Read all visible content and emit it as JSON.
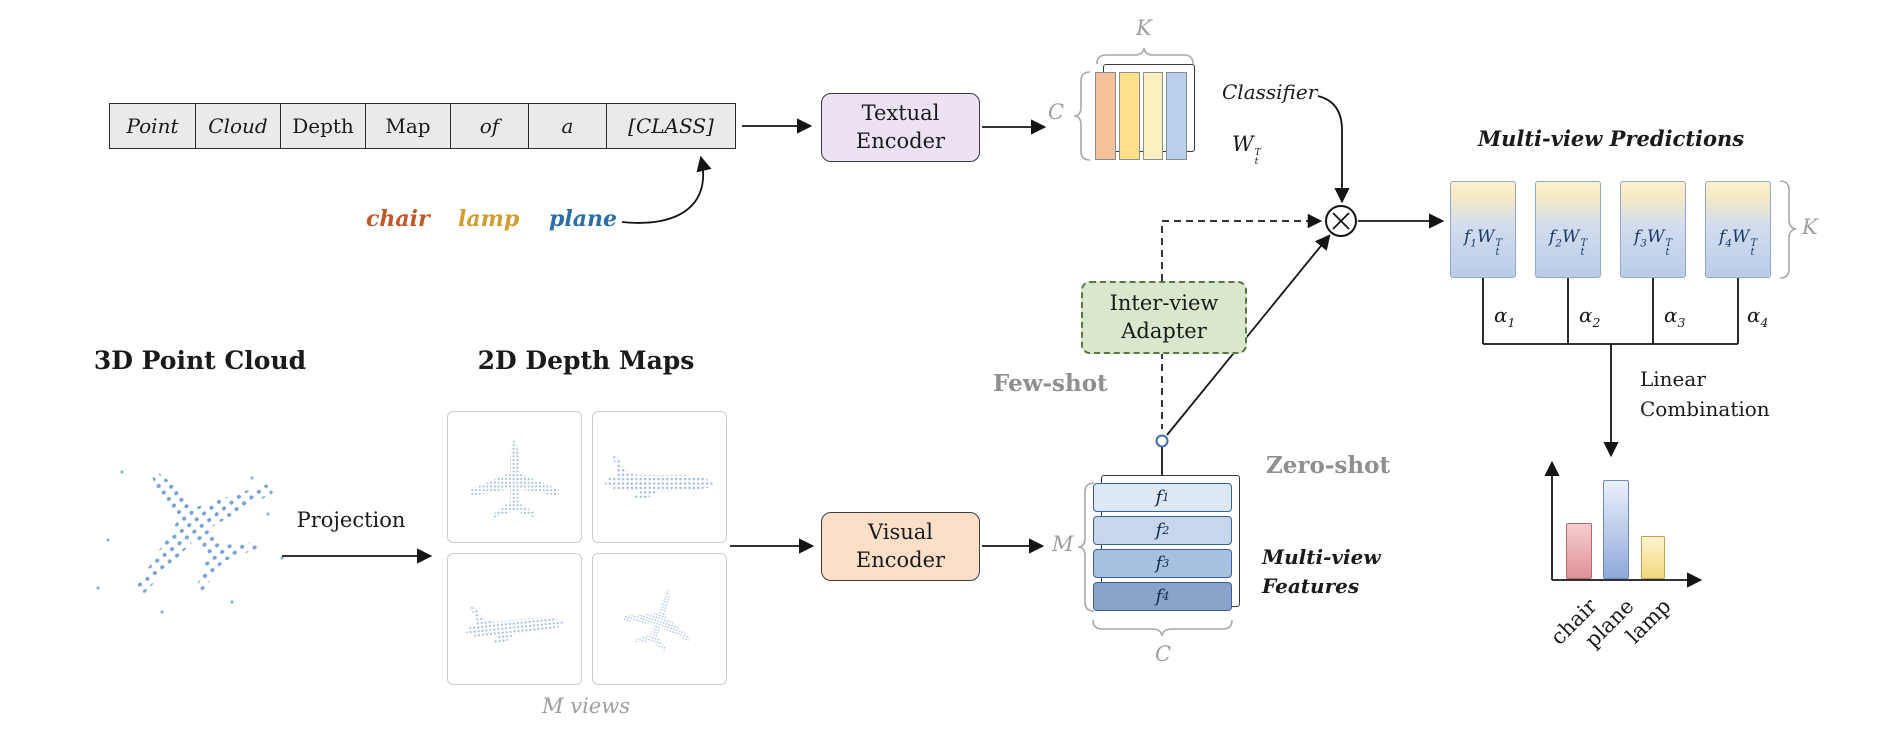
{
  "palette": {
    "chair": "#bf5a28",
    "lamp": "#cf9f2f",
    "plane": "#2e6ea6"
  },
  "prompt": {
    "cells": [
      "Point",
      "Cloud",
      "Depth",
      "Map",
      "of",
      "a",
      "[CLASS]"
    ]
  },
  "class_words": {
    "chair": "chair",
    "lamp": "lamp",
    "plane": "plane"
  },
  "encoders": {
    "textual_line1": "Textual",
    "textual_line2": "Encoder",
    "visual_line1": "Visual",
    "visual_line2": "Encoder"
  },
  "classifier": {
    "label": "Classifier",
    "w_base": "W",
    "w_sup": "T",
    "w_sub": "t",
    "k": "K",
    "c": "C"
  },
  "adapter": {
    "line1": "Inter-view",
    "line2": "Adapter"
  },
  "branches": {
    "few_shot": "Few-shot",
    "zero_shot": "Zero-shot"
  },
  "left": {
    "pc_title": "3D Point Cloud",
    "dm_title": "2D Depth Maps",
    "projection": "Projection",
    "m_views": "M views"
  },
  "features": {
    "m": "M",
    "c": "C",
    "caption_line1": "Multi-view",
    "caption_line2": "Features",
    "rows": [
      {
        "base": "f",
        "sub": "1"
      },
      {
        "base": "f",
        "sub": "2"
      },
      {
        "base": "f",
        "sub": "3"
      },
      {
        "base": "f",
        "sub": "4"
      }
    ]
  },
  "predictions": {
    "title": "Multi-view Predictions",
    "k": "K",
    "boxes": [
      {
        "f": "f",
        "fsub": "1",
        "w": "W",
        "wsup": "T",
        "wsub": "t"
      },
      {
        "f": "f",
        "fsub": "2",
        "w": "W",
        "wsup": "T",
        "wsub": "t"
      },
      {
        "f": "f",
        "fsub": "3",
        "w": "W",
        "wsup": "T",
        "wsub": "t"
      },
      {
        "f": "f",
        "fsub": "4",
        "w": "W",
        "wsup": "T",
        "wsub": "t"
      }
    ],
    "alphas": [
      {
        "base": "α",
        "sub": "1"
      },
      {
        "base": "α",
        "sub": "2"
      },
      {
        "base": "α",
        "sub": "3"
      },
      {
        "base": "α",
        "sub": "4"
      }
    ]
  },
  "combination": {
    "line1": "Linear",
    "line2": "Combination"
  },
  "chart_data": {
    "type": "bar",
    "categories": [
      "chair",
      "plane",
      "lamp"
    ],
    "values": [
      0.54,
      0.95,
      0.41
    ],
    "colors": [
      "#e8a3a8",
      "#a6bce3",
      "#f6dd8d"
    ],
    "title": "",
    "xlabel": "",
    "ylabel": "",
    "ylim": [
      0,
      1
    ]
  }
}
